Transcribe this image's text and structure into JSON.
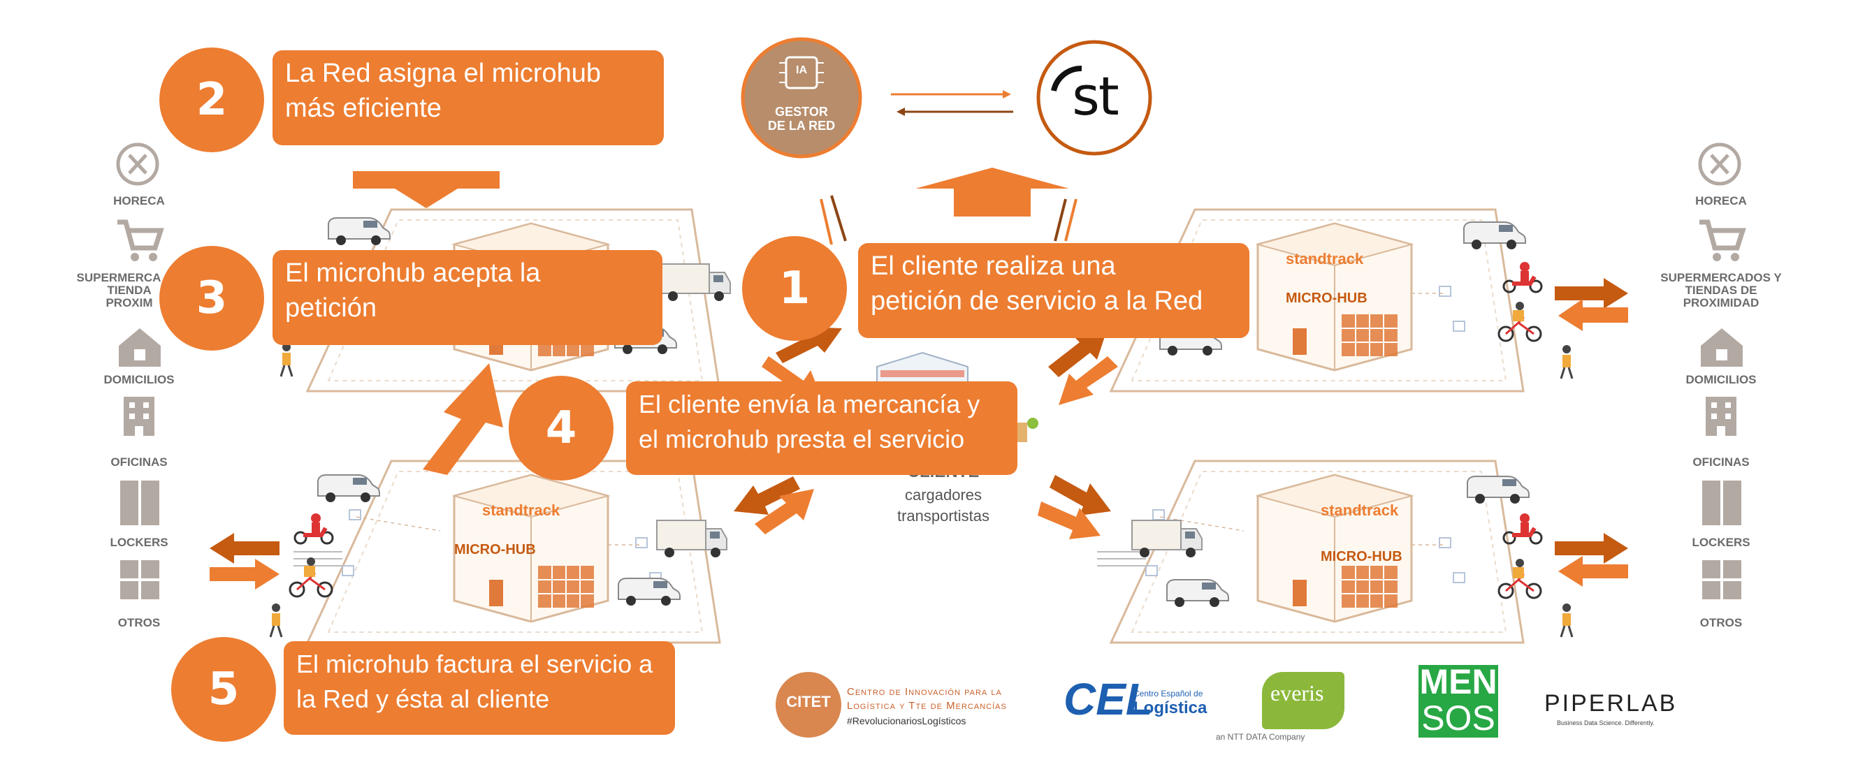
{
  "colors": {
    "orange": "#ed7d31",
    "dark_orange": "#c55a11",
    "gestor_brown": "#b78d6b",
    "grey_icon": "#b3a9a3",
    "line_beige": "#d9b99b"
  },
  "steps": [
    {
      "number": "2",
      "lines": [
        "La Red asigna el microhub",
        "más eficiente"
      ]
    },
    {
      "number": "3",
      "lines": [
        "El microhub acepta la",
        "petición"
      ]
    },
    {
      "number": "1",
      "lines": [
        "El cliente realiza una",
        "petición de servicio a la Red"
      ]
    },
    {
      "number": "4",
      "lines": [
        "El cliente envía la mercancía y",
        "el microhub presta el servicio"
      ]
    },
    {
      "number": "5",
      "lines": [
        "El microhub factura el servicio a",
        "la Red y ésta al cliente"
      ]
    }
  ],
  "gestor": {
    "line1": "GESTOR",
    "line2": "DE LA RED",
    "chip": "IA"
  },
  "st_logo": "st",
  "left_column": {
    "horeca": "HORECA",
    "super_lines": [
      "SUPERMERCA",
      "TIENDA",
      "PROXIM"
    ],
    "domicilios": "DOMICILIOS",
    "oficinas": "OFICINAS",
    "lockers": "LOCKERS",
    "otros": "OTROS"
  },
  "right_column": {
    "horeca": "HORECA",
    "super_lines": [
      "SUPERMERCADOS Y",
      "TIENDAS DE",
      "PROXIMIDAD"
    ],
    "domicilios": "DOMICILIOS",
    "oficinas": "OFICINAS",
    "lockers": "LOCKERS",
    "otros": "OTROS"
  },
  "hub": {
    "brand": "standtrack",
    "label": "MICRO-HUB"
  },
  "client": {
    "title": "CLIENTE",
    "line1": "cargadores",
    "line2": "transportistas"
  },
  "logos": {
    "citet": "CITET",
    "citet_line1": "Centro de Innovación para la",
    "citet_line2": "Logística y Tte de Mercancías",
    "citet_tag": "#RevolucionariosLogísticos",
    "cel": "CEL",
    "cel_small1": "Centro Español de",
    "cel_word": "Logística",
    "everis": "everis",
    "everis_sub": "an NTT DATA Company",
    "mensos_top": "MEN",
    "mensos_bottom": "SOS",
    "piperlab": "PIPERLAB",
    "piperlab_sub": "Business Data Science. Differently."
  }
}
